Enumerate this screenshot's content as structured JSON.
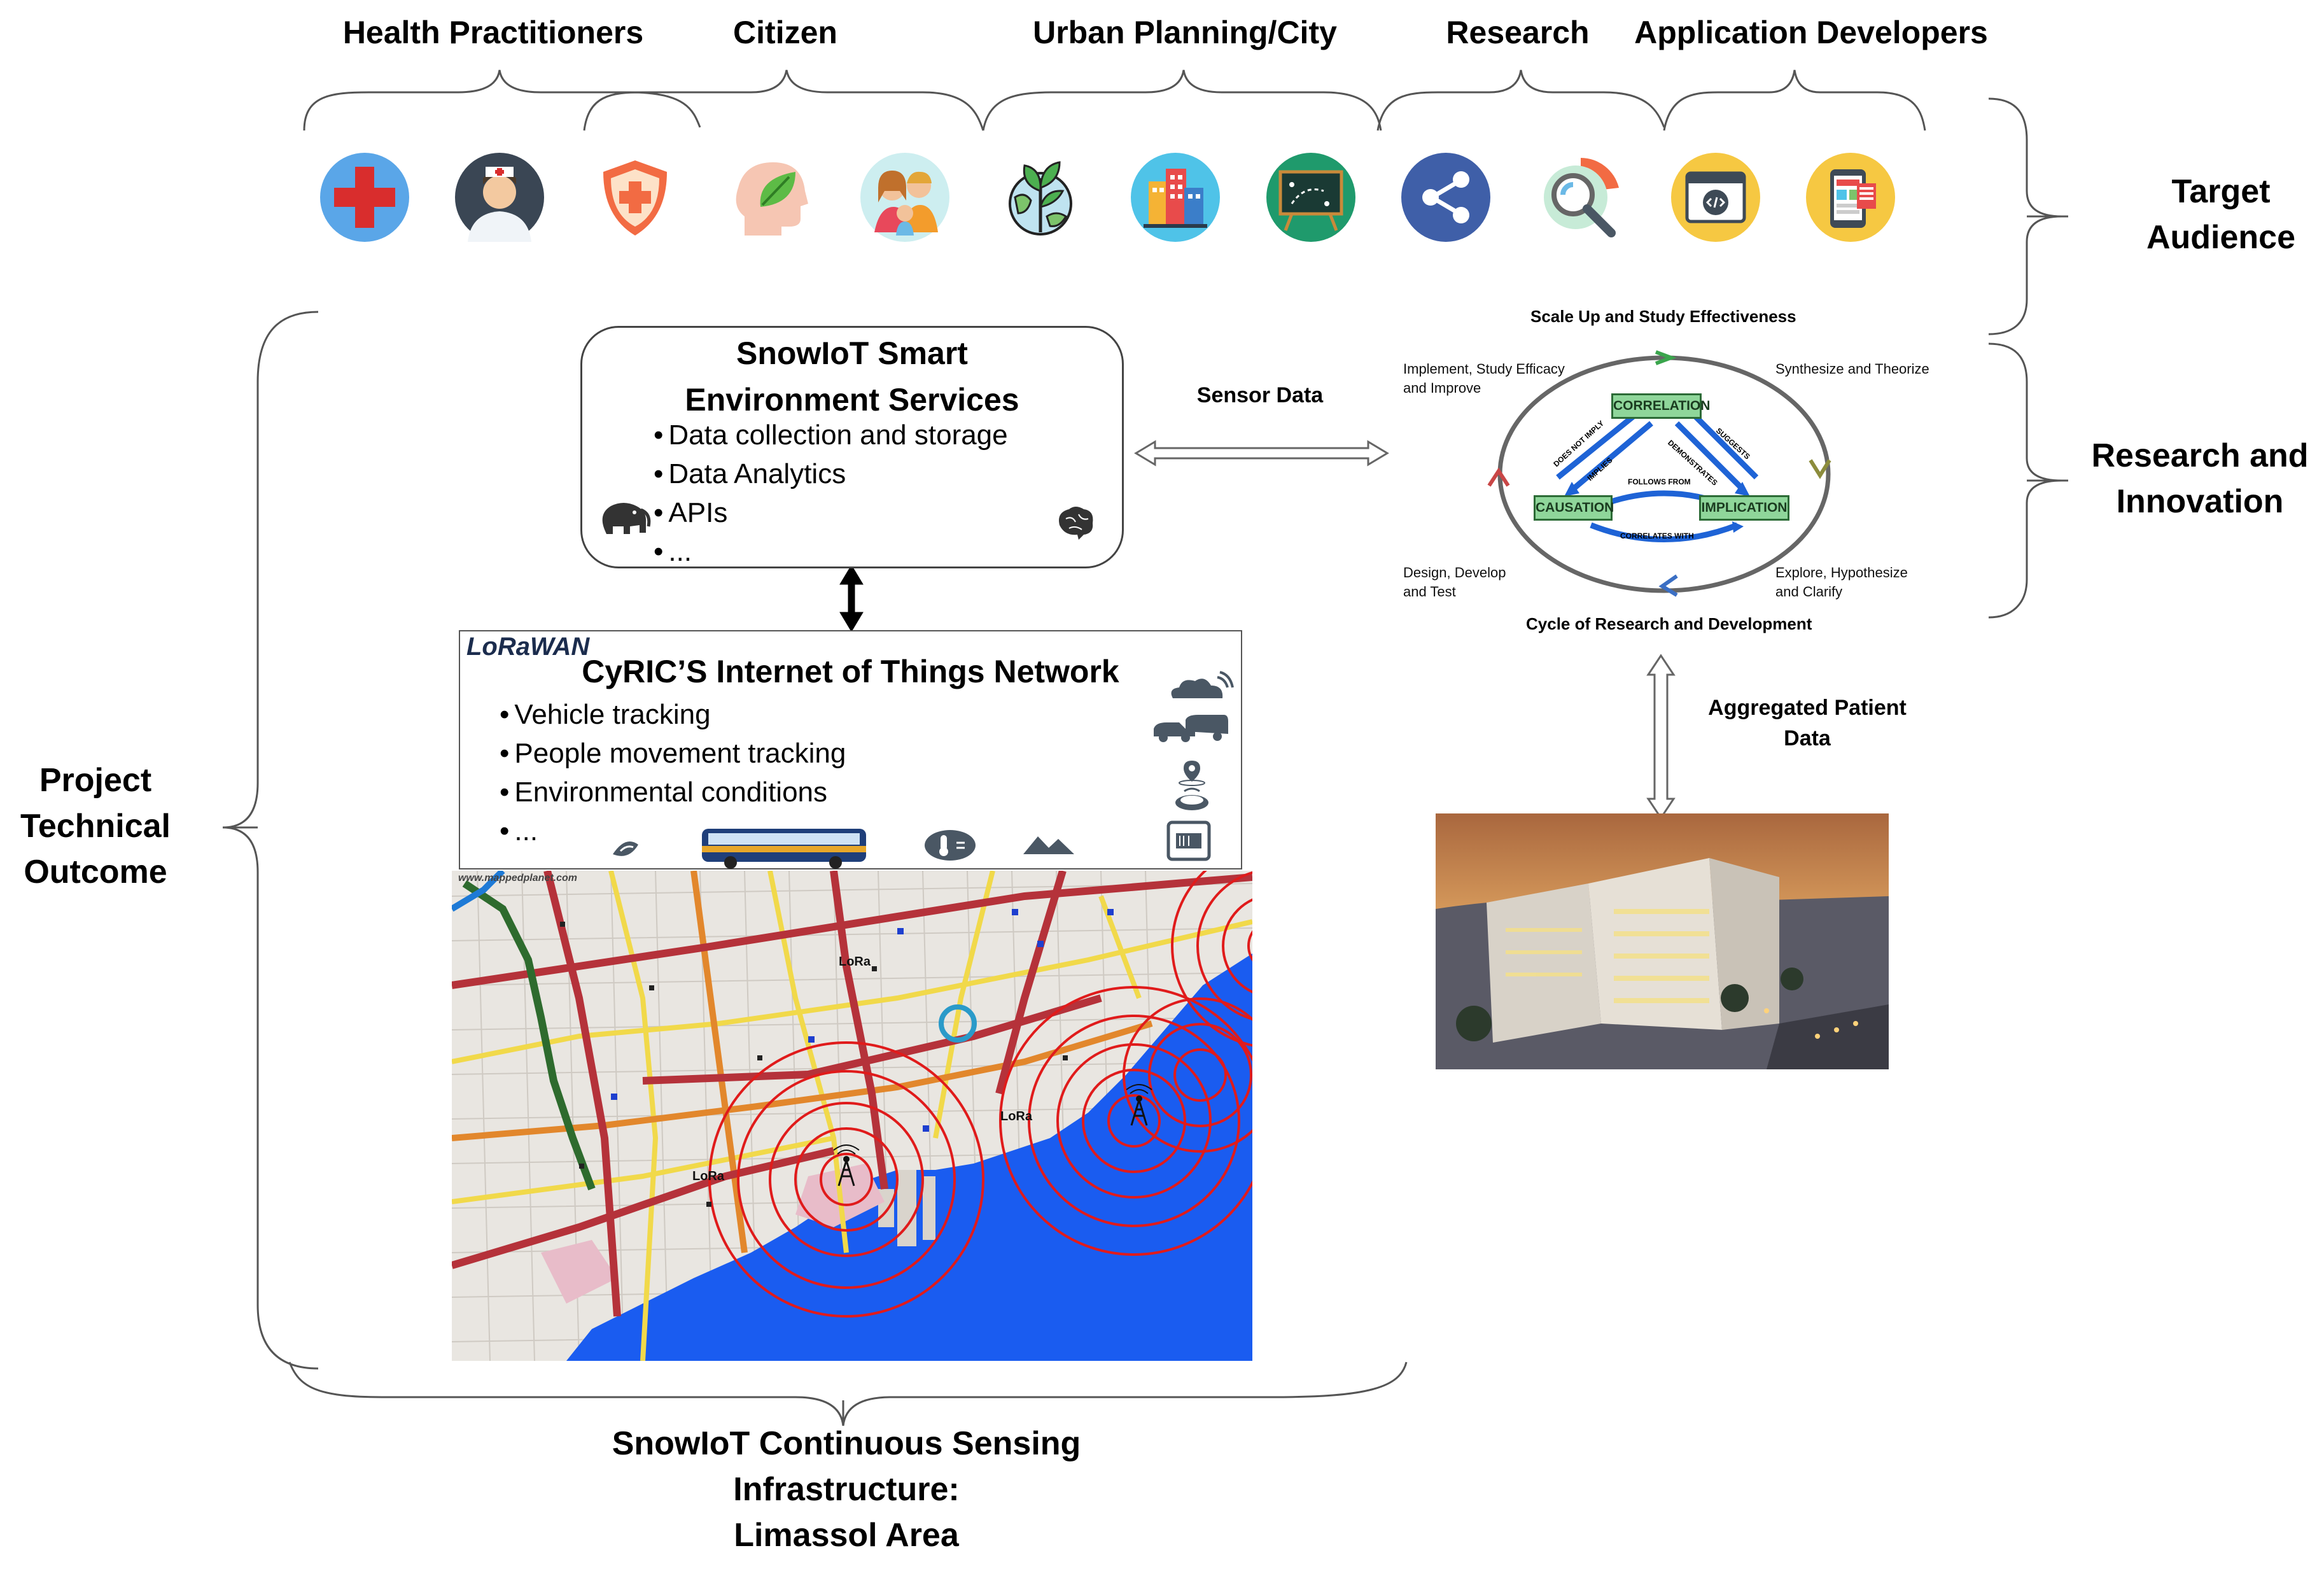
{
  "audience": {
    "health_practitioners": "Health Practitioners",
    "citizen": "Citizen",
    "urban": "Urban Planning/City",
    "research": "Research",
    "developers": "Application Developers"
  },
  "icons": [
    "red-cross-icon",
    "nurse-icon",
    "health-shield-icon",
    "mind-leaf-icon",
    "family-icon",
    "earth-plant-icon",
    "city-buildings-icon",
    "strategy-board-icon",
    "share-icon",
    "data-analysis-icon",
    "code-window-icon",
    "mobile-app-icon"
  ],
  "side_labels": {
    "target_audience": "Target\nAudience",
    "research_innovation": "Research and\nInnovation",
    "project_outcome": "Project\nTechnical\nOutcome"
  },
  "services": {
    "title_line1": "SnowIoT Smart",
    "title_line2": "Environment Services",
    "items": [
      "Data collection and storage",
      "Data Analytics",
      "APIs",
      "..."
    ]
  },
  "sensor_data": "Sensor Data",
  "aggregated": "Aggregated Patient\nData",
  "network": {
    "logo": "LoRaWAN",
    "title": "CyRIC’S Internet of Things Network",
    "items": [
      "Vehicle tracking",
      "People movement tracking",
      "Environmental conditions",
      "..."
    ]
  },
  "cycle": {
    "top": "Scale Up and Study Effectiveness",
    "bottom": "Cycle of Research and Development",
    "top_left": "Implement, Study Efficacy\nand Improve",
    "top_right": "Synthesize and Theorize",
    "bottom_left": "Design, Develop\nand Test",
    "bottom_right": "Explore, Hypothesize\nand Clarify",
    "correlation": "CORRELATION",
    "causation": "CAUSATION",
    "implication": "IMPLICATION",
    "follows_from": "FOLLOWS FROM",
    "correlates_with": "CORRELATES WITH",
    "does_not_imply": "DOES NOT IMPLY",
    "implies": "IMPLIES",
    "demonstrates": "DEMONSTRATES",
    "suggests": "SUGGESTS"
  },
  "map": {
    "watermark": "www.mappedplanet.com",
    "station_label": "LoRa"
  },
  "bottom_caption": "SnowIoT Continuous Sensing\nInfrastructure:\nLimassol Area",
  "colors": {
    "ring": "#e01b1b",
    "sea": "#1a5cf0",
    "road_red": "#b5323a",
    "road_yellow": "#f1d94a",
    "green_box": "#8fd69a"
  }
}
